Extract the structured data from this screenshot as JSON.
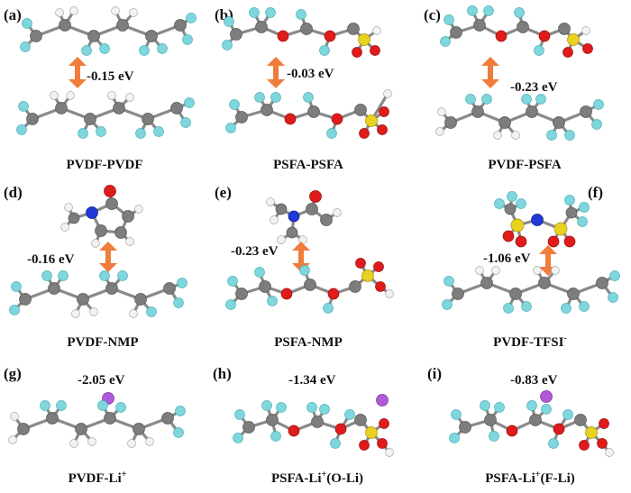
{
  "panels": [
    {
      "letter": "(a)",
      "caption": "PVDF-PVDF",
      "energy": "-0.15 eV"
    },
    {
      "letter": "(b)",
      "caption": "PSFA-PSFA",
      "energy": "-0.03 eV"
    },
    {
      "letter": "(c)",
      "caption": "PVDF-PSFA",
      "energy": "-0.23 eV"
    },
    {
      "letter": "(d)",
      "caption": "PVDF-NMP",
      "energy": "-0.16 eV"
    },
    {
      "letter": "(e)",
      "caption": "PSFA-NMP",
      "energy": "-0.23 eV"
    },
    {
      "letter": "(f)",
      "caption": "PVDF-TFSI",
      "caption_sup": "-",
      "energy": "-1.06 eV"
    },
    {
      "letter": "(g)",
      "caption": "PVDF-Li",
      "caption_sup": "+",
      "energy": "-2.05 eV"
    },
    {
      "letter": "(h)",
      "caption": "PSFA-Li",
      "caption_sup": "+",
      "caption_tail": "(O-Li)",
      "energy": "-1.34 eV"
    },
    {
      "letter": "(i)",
      "caption": "PSFA-Li",
      "caption_sup": "+",
      "caption_tail": "(F-Li)",
      "energy": "-0.83 eV"
    }
  ],
  "colors": {
    "carbon": "#7d7d7d",
    "hydrogen": "#f2f2f2",
    "fluorine": "#7fd6dc",
    "oxygen": "#e01b1b",
    "sulfur": "#e9d21f",
    "nitrogen": "#1f38d6",
    "lithium": "#b05ad8",
    "arrow": "#ef7d3b"
  }
}
